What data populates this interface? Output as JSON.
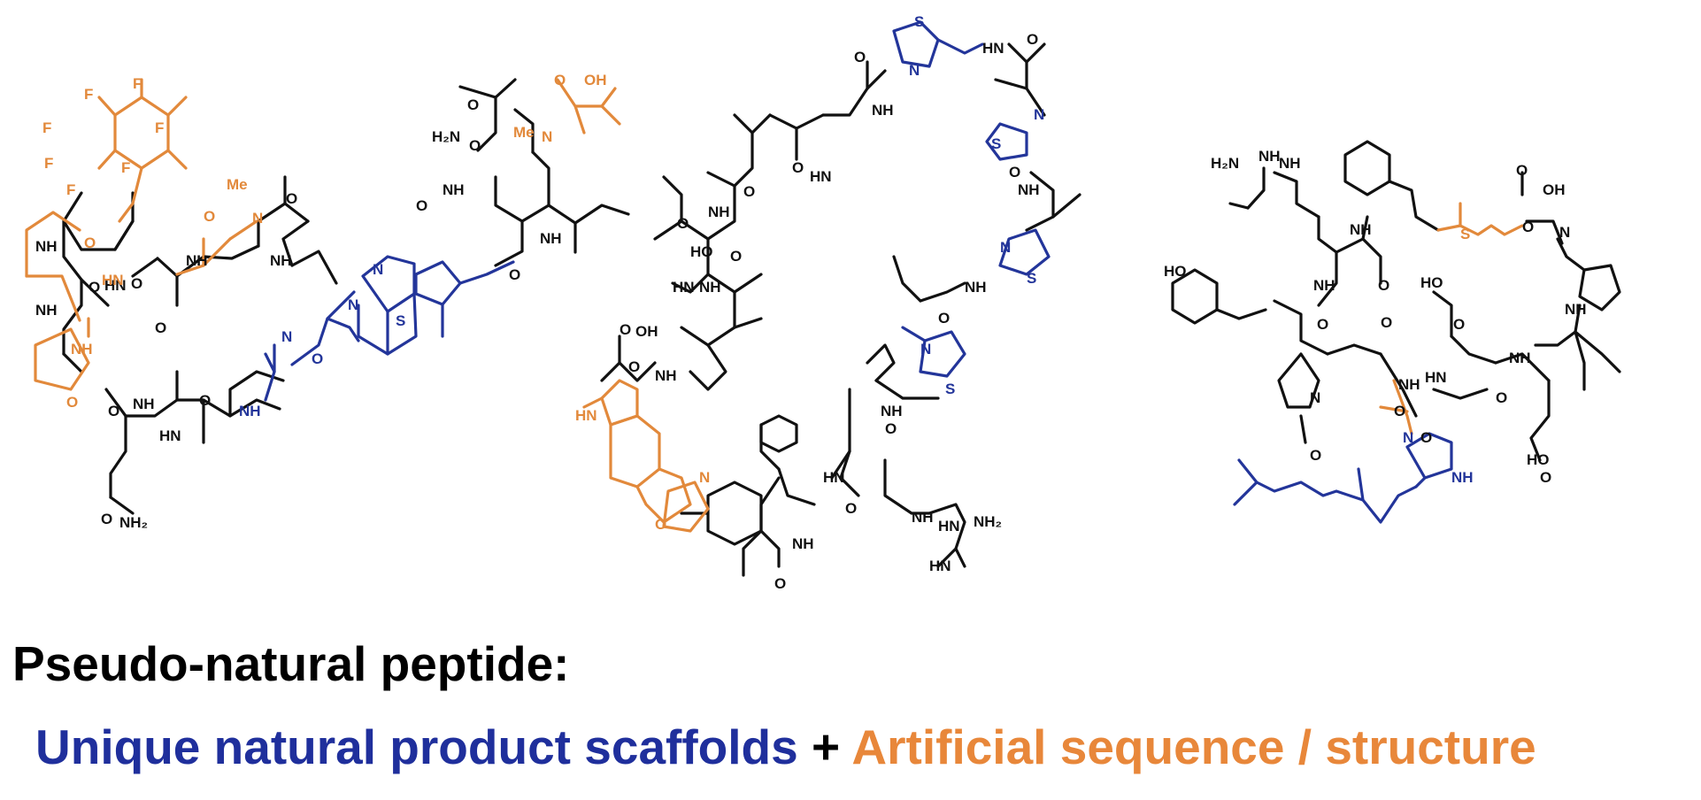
{
  "headline": "Pseudo-natural peptide:",
  "legend": {
    "natural_label": "Unique natural product scaffolds",
    "plus_sign": "+",
    "artificial_label": "Artificial sequence / structure"
  },
  "colors": {
    "natural_product_scaffold": "#1f2f9c",
    "artificial_sequence": "#e8873a",
    "standard_peptide": "#111111"
  },
  "molecules": [
    {
      "atom_labels": [
        "F",
        "F",
        "F",
        "F",
        "F",
        "O",
        "NH",
        "NH",
        "HN",
        "O",
        "NH",
        "O",
        "O",
        "Me",
        "N",
        "O",
        "NH",
        "O",
        "N",
        "N",
        "S",
        "O",
        "N",
        "O",
        "NH",
        "NH",
        "O",
        "HN",
        "O",
        "NH",
        "NH",
        "O",
        "O",
        "NH₂",
        "H₂N",
        "O",
        "O",
        "HN",
        "O",
        "N",
        "Me",
        "O",
        "OH"
      ]
    },
    {
      "atom_labels": [
        "S",
        "N",
        "NH",
        "O",
        "O",
        "NH",
        "O",
        "NH",
        "O",
        "N",
        "S",
        "HN",
        "O",
        "HO",
        "HN",
        "O",
        "NH",
        "O",
        "OH",
        "O",
        "NH",
        "HN",
        "N",
        "O",
        "O",
        "N",
        "S",
        "NH",
        "O",
        "N",
        "S",
        "NH",
        "O",
        "HN",
        "O",
        "NH",
        "HN",
        "NH₂",
        "HN"
      ]
    },
    {
      "atom_labels": [
        "NH",
        "H₂N",
        "NH",
        "HO",
        "NH",
        "O",
        "NH",
        "O",
        "S",
        "O",
        "OH",
        "N",
        "O",
        "N",
        "O",
        "HO",
        "O",
        "O",
        "NH",
        "NH",
        "HN",
        "O",
        "N",
        "NH",
        "O",
        "O",
        "HN",
        "O",
        "HO",
        "O",
        "N",
        "NH"
      ]
    }
  ]
}
